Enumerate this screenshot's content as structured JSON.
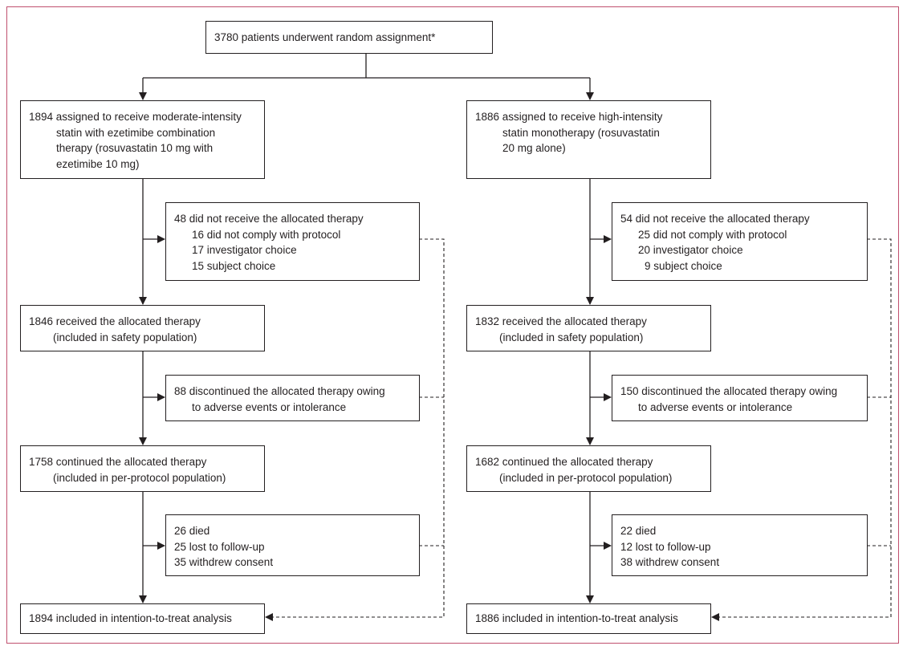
{
  "top": {
    "text": "3780 patients underwent random assignment*"
  },
  "left": {
    "assigned": [
      "1894 assigned to receive moderate-intensity",
      "statin with ezetimibe combination",
      "therapy (rosuvastatin 10 mg with",
      "ezetimibe 10 mg)"
    ],
    "not_received": [
      "48 did not receive the allocated therapy",
      "16 did not comply with protocol",
      "17 investigator choice",
      "15 subject choice"
    ],
    "received": [
      "1846 received the allocated therapy",
      "(included in safety population)"
    ],
    "discontinued": [
      "88 discontinued the allocated therapy owing",
      "to adverse events or intolerance"
    ],
    "continued": [
      "1758 continued the allocated therapy",
      "(included in per-protocol population)"
    ],
    "lost": [
      "26 died",
      "25 lost to follow-up",
      "35 withdrew consent"
    ],
    "itt": "1894 included in intention-to-treat analysis"
  },
  "right": {
    "assigned": [
      "1886 assigned to receive high-intensity",
      "statin monotherapy (rosuvastatin",
      "20 mg alone)"
    ],
    "not_received": [
      "54 did not receive the allocated therapy",
      "25 did not comply with protocol",
      "20 investigator choice",
      "9 subject choice"
    ],
    "received": [
      "1832 received the allocated therapy",
      "(included in safety population)"
    ],
    "discontinued": [
      "150 discontinued the allocated therapy owing",
      "to adverse events or intolerance"
    ],
    "continued": [
      "1682 continued the allocated therapy",
      "(included in per-protocol population)"
    ],
    "lost": [
      "22 died",
      "12 lost to follow-up",
      "38 withdrew consent"
    ],
    "itt": "1886 included in intention-to-treat analysis"
  },
  "colors": {
    "frame": "#c0506f",
    "ink": "#231f20"
  }
}
